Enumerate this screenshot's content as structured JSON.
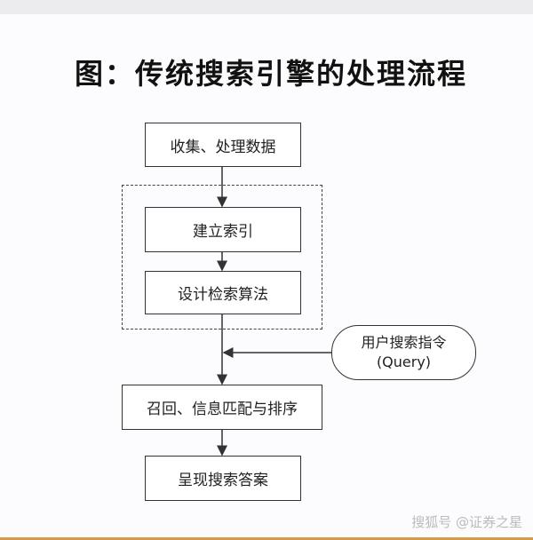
{
  "title": "图：传统搜索引擎的处理流程",
  "steps": {
    "collect": "收集、处理数据",
    "index": "建立索引",
    "algorithm": "设计检索算法",
    "recall": "召回、信息匹配与排序",
    "present": "呈现搜索答案"
  },
  "query": {
    "line1": "用户搜索指令",
    "line2": "(Query)"
  },
  "watermark": "搜狐号 @证券之星"
}
